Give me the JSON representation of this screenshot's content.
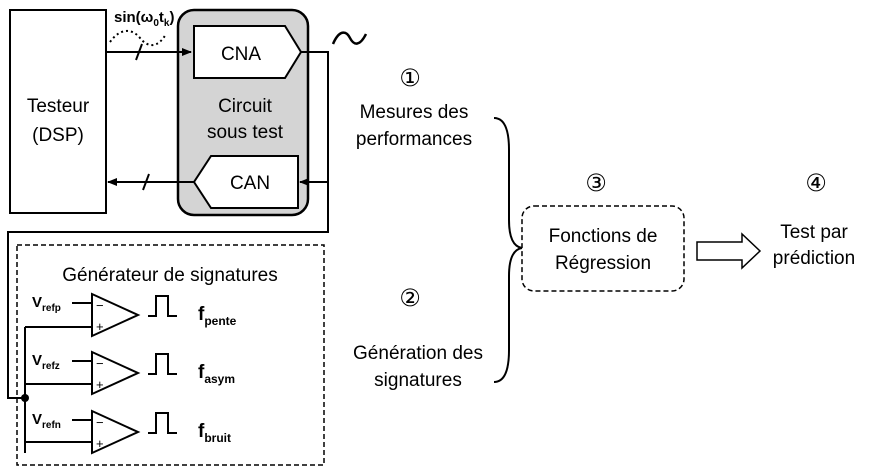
{
  "tester": {
    "line1": "Testeur",
    "line2": "(DSP)"
  },
  "dut": {
    "dac_label": "CNA",
    "adc_label": "CAN",
    "title_line1": "Circuit",
    "title_line2": "sous test"
  },
  "stimulus": {
    "prefix": "sin(",
    "omega": "ω",
    "omega_sub": "0",
    "t": "t",
    "t_sub": "k",
    "suffix": ")"
  },
  "signature_generator": {
    "title": "Générateur de signatures",
    "comparators": [
      {
        "vref_main": "V",
        "vref_sub": "refp",
        "freq_main": "f",
        "freq_sub": "pente",
        "minus": "−",
        "plus": "+"
      },
      {
        "vref_main": "V",
        "vref_sub": "refz",
        "freq_main": "f",
        "freq_sub": "asym",
        "minus": "−",
        "plus": "+"
      },
      {
        "vref_main": "V",
        "vref_sub": "refn",
        "freq_main": "f",
        "freq_sub": "bruit",
        "minus": "−",
        "plus": "+"
      }
    ]
  },
  "steps": {
    "step1": {
      "number": "①",
      "line1": "Mesures des",
      "line2": "performances"
    },
    "step2": {
      "number": "②",
      "line1": "Génération des",
      "line2": "signatures"
    },
    "step3": {
      "number": "③",
      "line1": "Fonctions de",
      "line2": "Régression"
    },
    "step4": {
      "number": "④",
      "line1": "Test par",
      "line2": "prédiction"
    }
  },
  "colors": {
    "dut_fill": "#d4d4d4",
    "line": "#000000",
    "background": "#ffffff"
  }
}
